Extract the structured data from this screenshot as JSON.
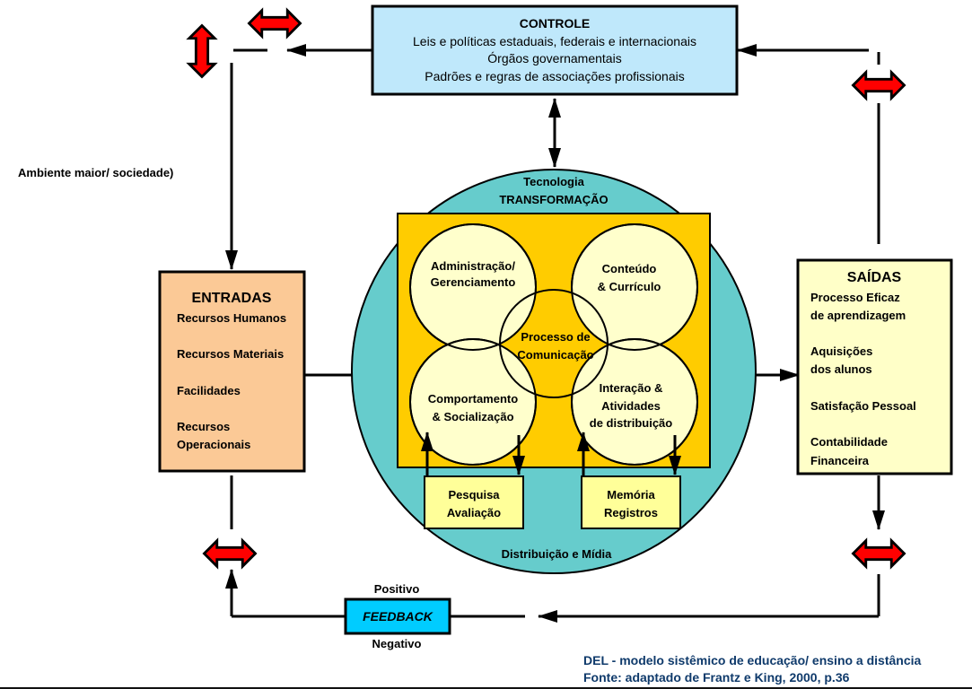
{
  "controle": {
    "title": "CONTROLE",
    "lines": [
      "Leis e políticas estaduais, federais e internacionais",
      "Órgãos governamentais",
      "Padrões e regras de associações profissionais"
    ]
  },
  "environment_label": "Ambiente maior/ sociedade)",
  "entradas": {
    "title": "ENTRADAS",
    "items": [
      "Recursos Humanos",
      "Recursos Materiais",
      "Facilidades",
      "Recursos",
      "Operacionais"
    ]
  },
  "saidas": {
    "title": "SAÍDAS",
    "items": [
      "Processo Eficaz",
      "de aprendizagem",
      "Aquisições",
      "dos alunos",
      "Satisfação Pessoal",
      "Contabilidade",
      "Financeira"
    ]
  },
  "transformation": {
    "top_line1": "Tecnologia",
    "top_line2": "TRANSFORMAÇÃO",
    "bottom_label": "Distribuição e Mídia",
    "circles": {
      "admin": [
        "Administração/",
        "Gerenciamento"
      ],
      "conteudo": [
        "Conteúdo",
        "& Currículo"
      ],
      "comunicacao": [
        "Processo de",
        "Comunicação"
      ],
      "comportamento": [
        "Comportamento",
        "& Socialização"
      ],
      "interacao": [
        "Interação &",
        "Atividades",
        "de distribuição"
      ]
    },
    "boxes": {
      "pesquisa": [
        "Pesquisa",
        "Avaliação"
      ],
      "memoria": [
        "Memória",
        "Registros"
      ]
    }
  },
  "feedback": {
    "label": "FEEDBACK",
    "positive": "Positivo",
    "negative": "Negativo"
  },
  "caption": {
    "line1": "DEL - modelo sistêmico de educação/ ensino a distância",
    "line2": "Fonte: adaptado de Frantz e King, 2000, p.36"
  },
  "colors": {
    "controle_fill": "#bfe8fb",
    "entradas_fill": "#fbc996",
    "saidas_fill": "#ffffc8",
    "teal_circle": "#66cccc",
    "gold_square": "#ffcc00",
    "cream_circle": "#ffffcc",
    "small_box": "#ffff99",
    "feedback_fill": "#00ccff",
    "red_arrow": "#ff0000",
    "caption": "#0f3a6b"
  }
}
